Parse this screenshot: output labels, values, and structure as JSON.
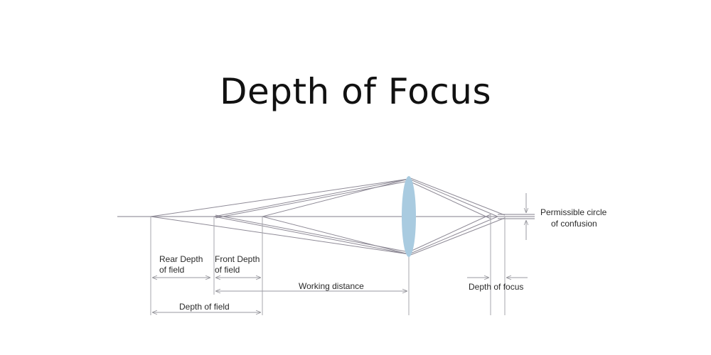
{
  "title": "Depth of Focus",
  "labels": {
    "rear_depth_line1": "Rear Depth",
    "rear_depth_line2": "of field",
    "front_depth_line1": "Front Depth",
    "front_depth_line2": "of field",
    "working_distance": "Working distance",
    "depth_of_field": "Depth of field",
    "depth_of_focus": "Depth of focus",
    "coc_line1": "Permissible circle",
    "coc_line2": "of confusion"
  },
  "colors": {
    "lens": "#a9cbe0",
    "rays": "#8e8a96",
    "dimension_lines": "#9a9aa0",
    "text": "#2a2a2a"
  }
}
